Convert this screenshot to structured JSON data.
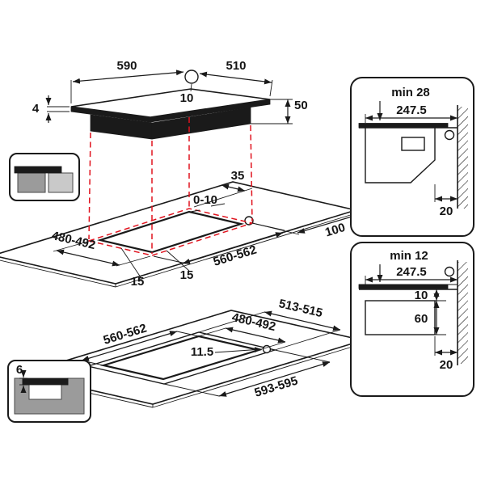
{
  "colors": {
    "projection_red": "#e0131e",
    "ink": "#1a1a1a"
  },
  "hob": {
    "width": "590",
    "depth": "510",
    "hole_diameter": "10",
    "glass_thickness": "4",
    "installed_height": "50"
  },
  "cutout": {
    "rear_clearance": "35",
    "edge_gap": "0-10",
    "depth": "480-492",
    "width": "560-562",
    "side_clearance": "100",
    "overhang_left": "15",
    "overhang_right": "15"
  },
  "flush": {
    "recess_depth": "513-515",
    "opening_depth": "480-492",
    "opening_width": "560-562",
    "ledge": "11.5",
    "recess_width": "593-595"
  },
  "panel_overlap": {
    "min_clearance": "min 28",
    "worktop_depth": "247.5",
    "wall_gap": "20"
  },
  "panel_flush": {
    "min_clearance": "min 12",
    "worktop_depth": "247.5",
    "under_glass_gap": "10",
    "housing_height": "60",
    "wall_gap": "20"
  },
  "profile_flush": {
    "glass_thickness": "6"
  }
}
